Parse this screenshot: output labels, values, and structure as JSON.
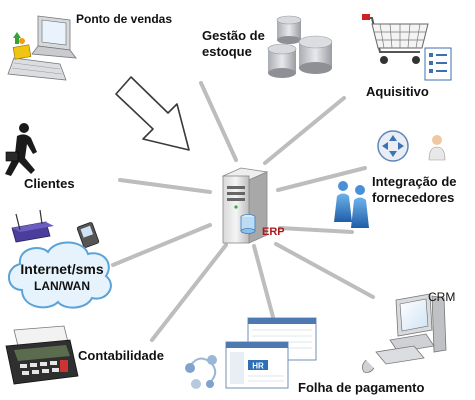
{
  "center": {
    "label": "ERP"
  },
  "nodes": {
    "pos": "Ponto de vendas",
    "estoque": [
      "Gestão de",
      "estoque"
    ],
    "aquisitivo": "Aquisitivo",
    "integracao": [
      "Integração de",
      "fornecedores"
    ],
    "crm": "CRM",
    "folha": "Folha de pagamento",
    "contabilidade": "Contabilidade",
    "internet": [
      "Internet/sms",
      "LAN/WAN"
    ],
    "clientes": "Clientes"
  },
  "hr_badge": "HR"
}
